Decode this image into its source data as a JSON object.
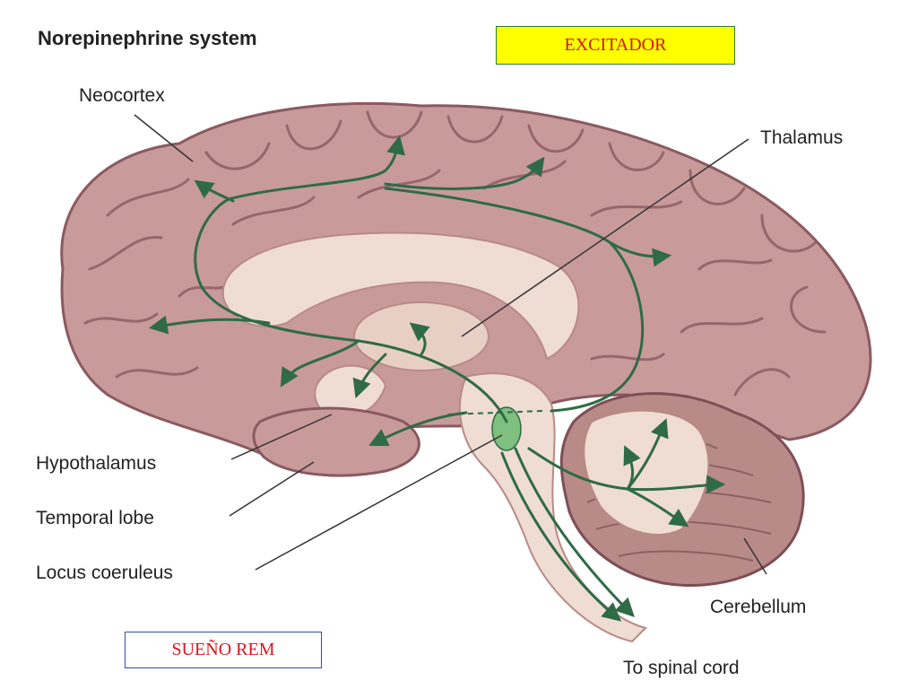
{
  "title": "Norepinephrine system",
  "labels": {
    "neocortex": "Neocortex",
    "thalamus": "Thalamus",
    "hypothalamus": "Hypothalamus",
    "temporal_lobe": "Temporal lobe",
    "locus_coeruleus": "Locus coeruleus",
    "cerebellum": "Cerebellum",
    "spinal_cord": "To spinal cord"
  },
  "boxes": {
    "excitador": "EXCITADOR",
    "sueno_rem": "SUEÑO REM"
  },
  "colors": {
    "brain": "#c99a9a",
    "brain_dark": "#8a5a60",
    "inner": "#efdcd2",
    "pathway": "#2e6b46",
    "locus": "#7fbf7f",
    "excit_box_bg": "#ffff00",
    "box_text": "#d8141b"
  }
}
